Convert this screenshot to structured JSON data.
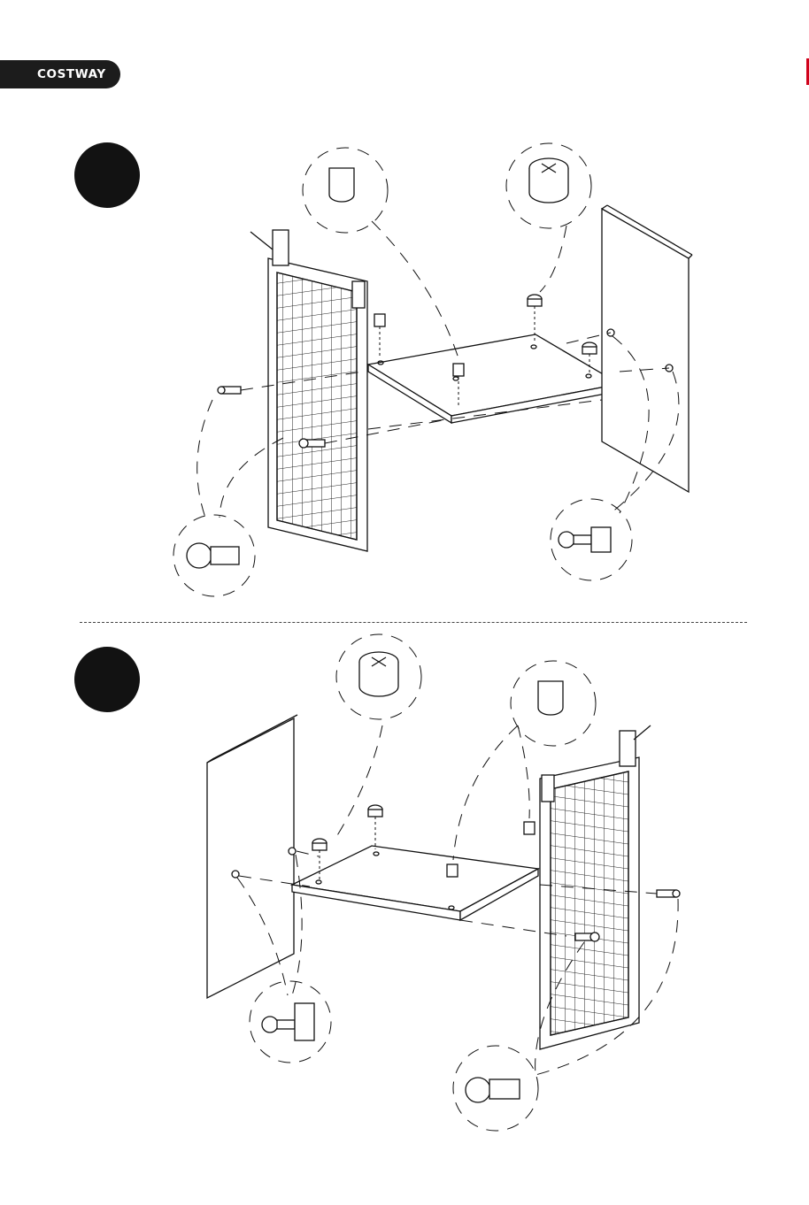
{
  "brand": {
    "name": "COSTWAY",
    "accent": "#d0021b",
    "tab_color": "#1c1c1c"
  },
  "steps": [
    {
      "number": "",
      "parts": [
        "mesh-side-panel",
        "bottom-shelf",
        "solid-side-panel",
        "cam-lock",
        "cam-bolt",
        "hex-bolt"
      ]
    },
    {
      "number": "",
      "parts": [
        "solid-side-panel",
        "bottom-shelf",
        "mesh-side-panel",
        "cam-lock",
        "cam-bolt",
        "hex-bolt"
      ]
    }
  ]
}
